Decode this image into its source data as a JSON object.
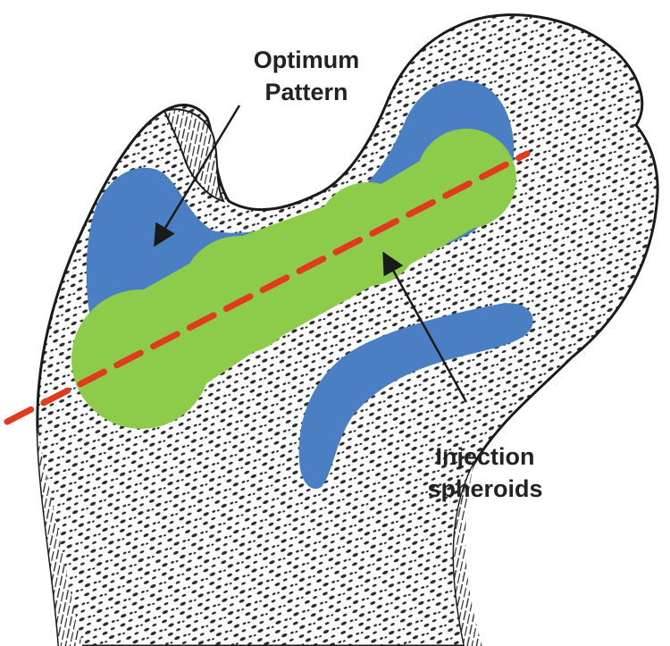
{
  "labels": {
    "optimum_line1": "Optimum",
    "optimum_line2": "Pattern",
    "injection_line1": "Injection",
    "injection_line2": "spheroids"
  },
  "colors": {
    "background": "#ffffff",
    "bone_outline": "#1a1a1a",
    "trabecular_texture": "#2a2a2a",
    "optimum_region_blue": "#4a7fc4",
    "injection_spheroid_green": "#8dcc4a",
    "axis_dashed_red": "#e23a1e",
    "arrow": "#1a1a1a"
  }
}
